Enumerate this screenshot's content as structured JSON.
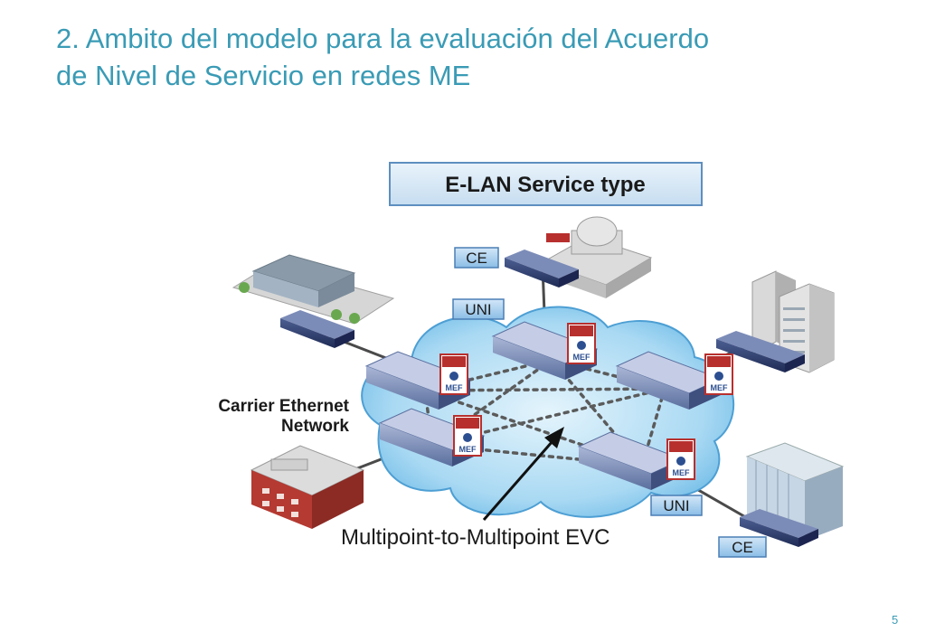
{
  "slide": {
    "title_line1": "2. Ambito del modelo para la evaluación del Acuerdo",
    "title_line2": "de Nivel de Servicio en redes ME",
    "page_number": "5"
  },
  "diagram": {
    "service_type_label": "E-LAN Service type",
    "network_label_line1": "Carrier Ethernet",
    "network_label_line2": "Network",
    "evc_label": "Multipoint-to-Multipoint EVC",
    "tags": {
      "ce_top": "CE",
      "uni_top": "UNI",
      "uni_bottom": "UNI",
      "ce_bottom": "CE"
    },
    "badge_text": "MEF",
    "colors": {
      "title": "#3a9bb5",
      "cloud": "#7fc4ec",
      "cloud_dots": "#666666",
      "tag_fill": "#a9cfef",
      "switch": "#5a6f9e",
      "badge_red": "#b7302e"
    }
  }
}
